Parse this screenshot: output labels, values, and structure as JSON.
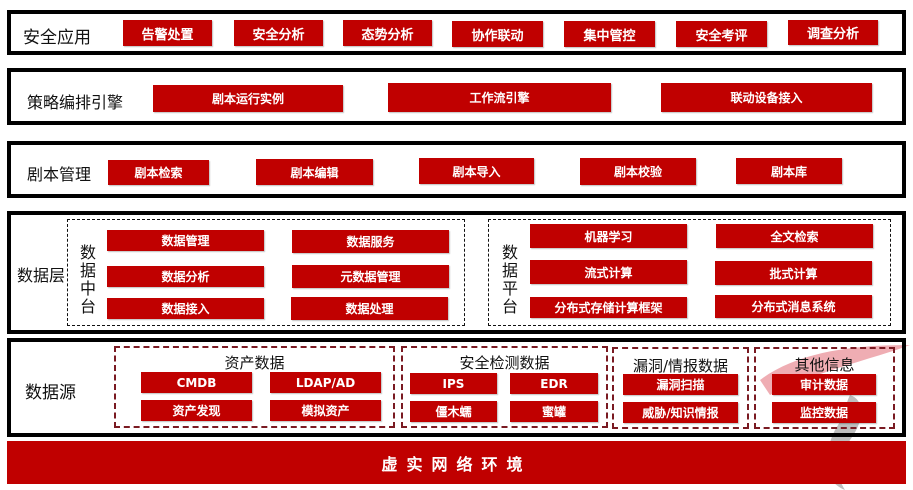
{
  "colors": {
    "accent": "#c00000",
    "border": "#000000",
    "dashed_red": "#7a1a22"
  },
  "layers": {
    "security_apps": {
      "label": "安全应用",
      "items": [
        "告警处置",
        "安全分析",
        "态势分析",
        "协作联动",
        "集中管控",
        "安全考评",
        "调查分析"
      ]
    },
    "orchestration": {
      "label": "策略编排引擎",
      "items": [
        "剧本运行实例",
        "工作流引擎",
        "联动设备接入"
      ]
    },
    "playbook": {
      "label": "剧本管理",
      "items": [
        "剧本检索",
        "剧本编辑",
        "剧本导入",
        "剧本校验",
        "剧本库"
      ]
    },
    "data_layer": {
      "label": "数据层",
      "data_middle": {
        "label": "数据中台",
        "chars": [
          "数",
          "据",
          "中",
          "台"
        ],
        "items": [
          "数据管理",
          "数据服务",
          "数据分析",
          "元数据管理",
          "数据接入",
          "数据处理"
        ]
      },
      "data_platform": {
        "label": "数据平台",
        "chars": [
          "数",
          "据",
          "平",
          "台"
        ],
        "items": [
          "机器学习",
          "全文检索",
          "流式计算",
          "批式计算",
          "分布式存储计算框架",
          "分布式消息系统"
        ]
      }
    },
    "data_source": {
      "label": "数据源",
      "groups": [
        {
          "title": "资产数据",
          "items": [
            "CMDB",
            "LDAP/AD",
            "资产发现",
            "模拟资产"
          ]
        },
        {
          "title": "安全检测数据",
          "items": [
            "IPS",
            "EDR",
            "僵木蠕",
            "蜜罐"
          ]
        },
        {
          "title": "漏洞/情报数据",
          "items": [
            "漏洞扫描",
            "威胁/知识情报"
          ]
        },
        {
          "title": "其他信息",
          "items": [
            "审计数据",
            "监控数据"
          ]
        }
      ]
    }
  },
  "footer": {
    "label": "虚实网络环境"
  }
}
